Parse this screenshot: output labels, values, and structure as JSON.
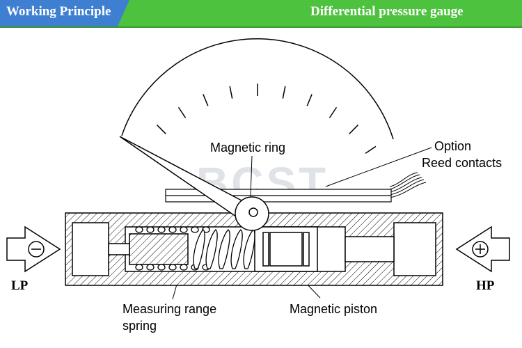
{
  "header": {
    "left_title": "Working Principle",
    "right_title": "Differential pressure gauge",
    "colors": {
      "green": "#48c43c",
      "blue_dark": "#1e4fa8",
      "blue_light": "#3f7fd0"
    }
  },
  "watermark": {
    "text": "BCST"
  },
  "labels": {
    "magnetic_ring": "Magnetic ring",
    "option_line1": "Option",
    "option_line2": "Reed contacts",
    "lp": "LP",
    "hp": "HP",
    "spring_line1": "Measuring range",
    "spring_line2": "spring",
    "magnetic_piston": "Magnetic piston"
  },
  "symbols": {
    "lp_sign": "minus",
    "hp_sign": "plus"
  }
}
